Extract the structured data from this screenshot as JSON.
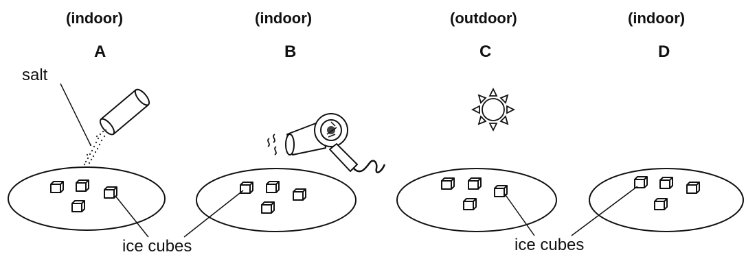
{
  "setups": [
    {
      "condition": "(indoor)",
      "letter": "A",
      "treatment_icon": "salt-shaker-icon"
    },
    {
      "condition": "(indoor)",
      "letter": "B",
      "treatment_icon": "hair-dryer-icon"
    },
    {
      "condition": "(outdoor)",
      "letter": "C",
      "treatment_icon": "sun-icon"
    },
    {
      "condition": "(indoor)",
      "letter": "D",
      "treatment_icon": ""
    }
  ],
  "labels": {
    "salt": "salt",
    "ice_cubes_left": "ice cubes",
    "ice_cubes_right": "ice cubes"
  },
  "colors": {
    "ink": "#111111",
    "background": "#ffffff"
  }
}
